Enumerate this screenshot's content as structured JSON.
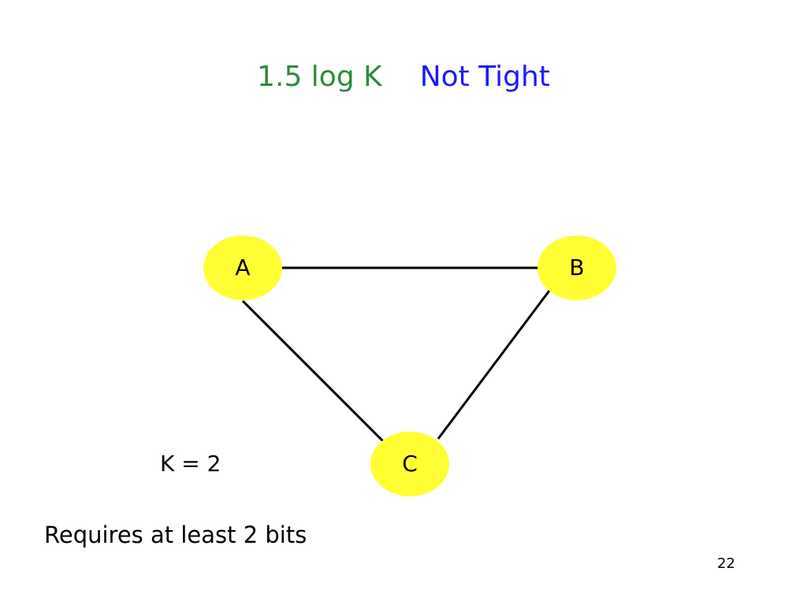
{
  "title": {
    "part1": "1.5 log K",
    "part2": "Not Tight",
    "part1_color": "#2e8b3a",
    "part2_color": "#1a1aff"
  },
  "graph": {
    "node_color": "#ffff33",
    "edge_color": "#000000",
    "nodes": [
      {
        "id": "A",
        "label": "A"
      },
      {
        "id": "B",
        "label": "B"
      },
      {
        "id": "C",
        "label": "C"
      }
    ],
    "edges": [
      [
        "A",
        "B"
      ],
      [
        "A",
        "C"
      ],
      [
        "B",
        "C"
      ]
    ]
  },
  "k_label": "K = 2",
  "note": "Requires at least 2 bits",
  "page_number": "22"
}
